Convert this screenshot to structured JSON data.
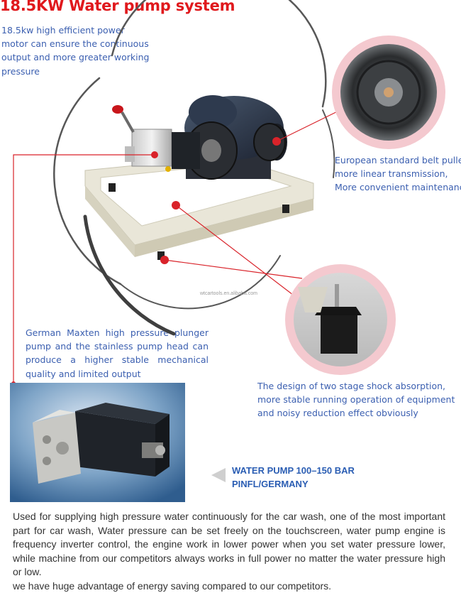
{
  "title": "18.5KW Water pump system",
  "callouts": {
    "motor": "18.5kw high efficient power motor can ensure the continuous output and more greater working pressure",
    "pulley": {
      "lines": [
        "European standard belt pulley,",
        "more linear transmission,",
        "More convenient maintenance"
      ]
    },
    "pump": "German Maxten high pressure plunger pump and the stainless pump head can produce a higher stable mechanical quality and limited output",
    "shock": {
      "lines": [
        "The design of two stage shock absorption,",
        "more stable running operation of equipment",
        "and noisy reduction effect obviously"
      ]
    }
  },
  "watermark": "wtcartools.en.alibaba.com",
  "spec": {
    "line1": "WATER PUMP 100–150 BAR",
    "line2": "PINFL/GERMANY"
  },
  "description": {
    "paragraph": "Used for supplying high pressure water continuously for the car wash, one of the most important part for car wash, Water pressure can be set freely on the touchscreen, water pump engine is frequency inverter control, the engine work in lower power when you set water pressure lower, while machine from our competitors always works in full power no matter the water pressure high or low.",
    "closing": "we have huge advantage of energy saving compared to our competitors."
  },
  "colors": {
    "title": "#e0191d",
    "callout_text": "#3b5fb0",
    "spec_text": "#2a5db3",
    "leader_line": "#d9232a",
    "ring": "#f4c9cf"
  },
  "icons": {
    "spec_pointer": "left-triangle-arrow"
  }
}
